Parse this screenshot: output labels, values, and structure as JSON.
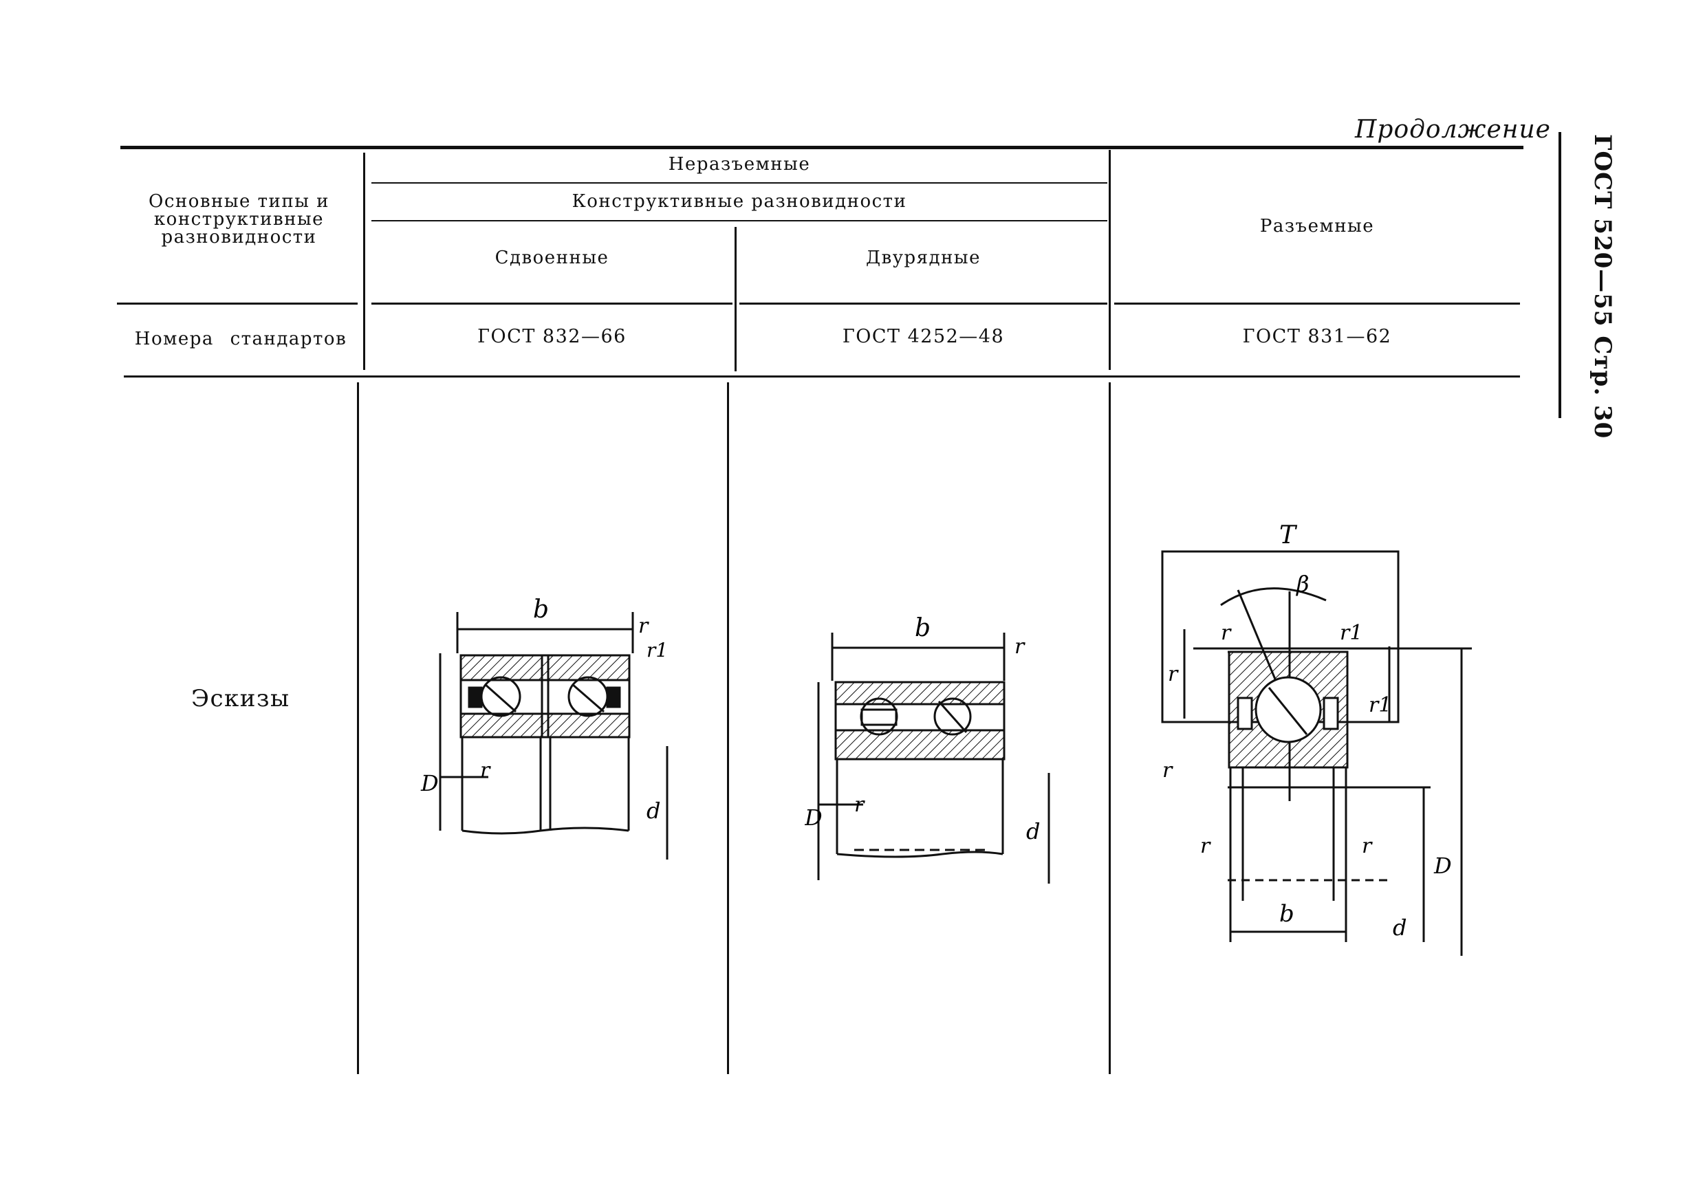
{
  "continuation_label": "Продолжение",
  "side_header": "ГОСТ 520—55 Стр. 30",
  "table": {
    "row_header": "Основные типы и конструктивные разновидности",
    "group_nonseparable": "Неразъемные",
    "subgroup_variants": "Конструктивные разновидности",
    "col_paired": "Сдвоенные",
    "col_double_row": "Двурядные",
    "col_separable": "Разъемные",
    "row_standards": "Номера стандартов",
    "std_paired": "ГОСТ 832—66",
    "std_double_row": "ГОСТ 4252—48",
    "std_separable": "ГОСТ 831—62",
    "row_sketches": "Эскизы"
  },
  "sketch_labels": {
    "paired": {
      "width": "b",
      "chamfer": "r",
      "chamfer1": "r1",
      "outer": "D",
      "inner": "d"
    },
    "double_row": {
      "width": "b",
      "chamfer": "r",
      "outer": "D",
      "inner": "d"
    },
    "separable": {
      "total_width": "T",
      "angle": "β",
      "chamfer": "r",
      "chamfer1": "r1",
      "width": "b",
      "outer": "D",
      "inner": "d"
    }
  }
}
